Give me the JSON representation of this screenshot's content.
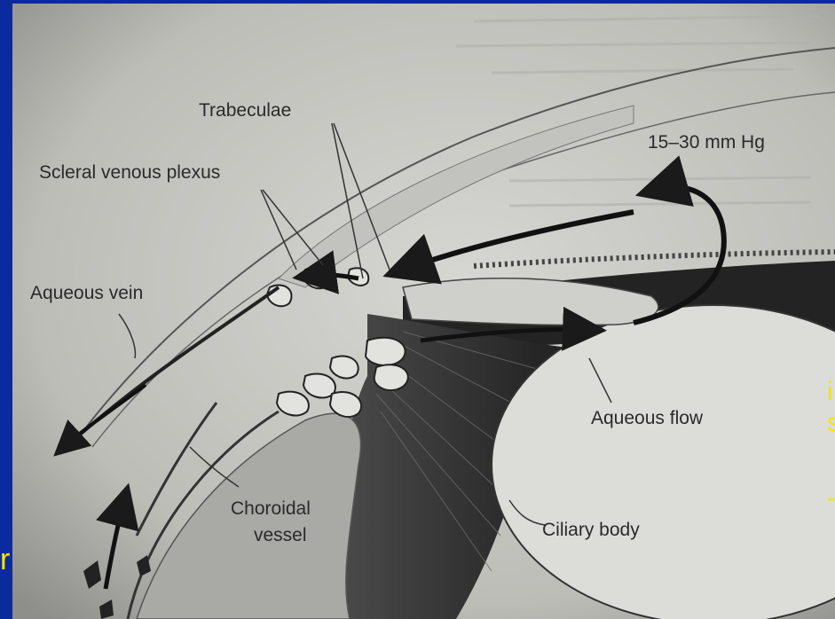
{
  "diagram": {
    "labels": {
      "trabeculae": "Trabeculae",
      "pressure": "15–30 mm Hg",
      "scleral_plexus": "Scleral venous plexus",
      "aqueous_vein": "Aqueous vein",
      "aqueous_flow": "Aqueous flow",
      "choroidal_1": "Choroidal",
      "choroidal_2": "vessel",
      "ciliary_body": "Ciliary body"
    }
  },
  "slide": {
    "text_left": "r",
    "text_right_1": "i",
    "text_right_2": "s",
    "text_right_3": "-"
  },
  "colors": {
    "slide_background": "#0a2a9e",
    "slide_text": "#f2e600",
    "paper": "#c8c8c4"
  }
}
